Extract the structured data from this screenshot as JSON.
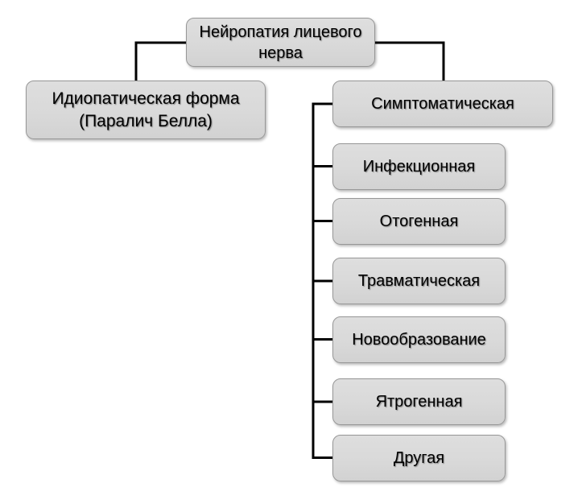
{
  "diagram": {
    "title": "Нейропатия лицевого нерва",
    "root": {
      "label": "Нейропатия лицевого нерва",
      "lines": [
        "Нейропатия лицевого",
        "нерва"
      ]
    },
    "branches": [
      {
        "id": "idiopathic",
        "label": "Идиопатическая форма (Паралич Белла)",
        "lines": [
          "Идиопатическая форма",
          "(Паралич Белла)"
        ]
      },
      {
        "id": "symptomatic",
        "label": "Симптоматическая",
        "children": [
          {
            "label": "Инфекционная"
          },
          {
            "label": "Отогенная"
          },
          {
            "label": "Травматическая"
          },
          {
            "label": "Новообразование"
          },
          {
            "label": "Ятрогенная"
          },
          {
            "label": "Другая"
          }
        ]
      }
    ],
    "colors": {
      "box_fill": "#d9d9d9",
      "box_border": "#979797",
      "connector_line": "#000000",
      "text": "#000000",
      "background": "#ffffff"
    }
  }
}
